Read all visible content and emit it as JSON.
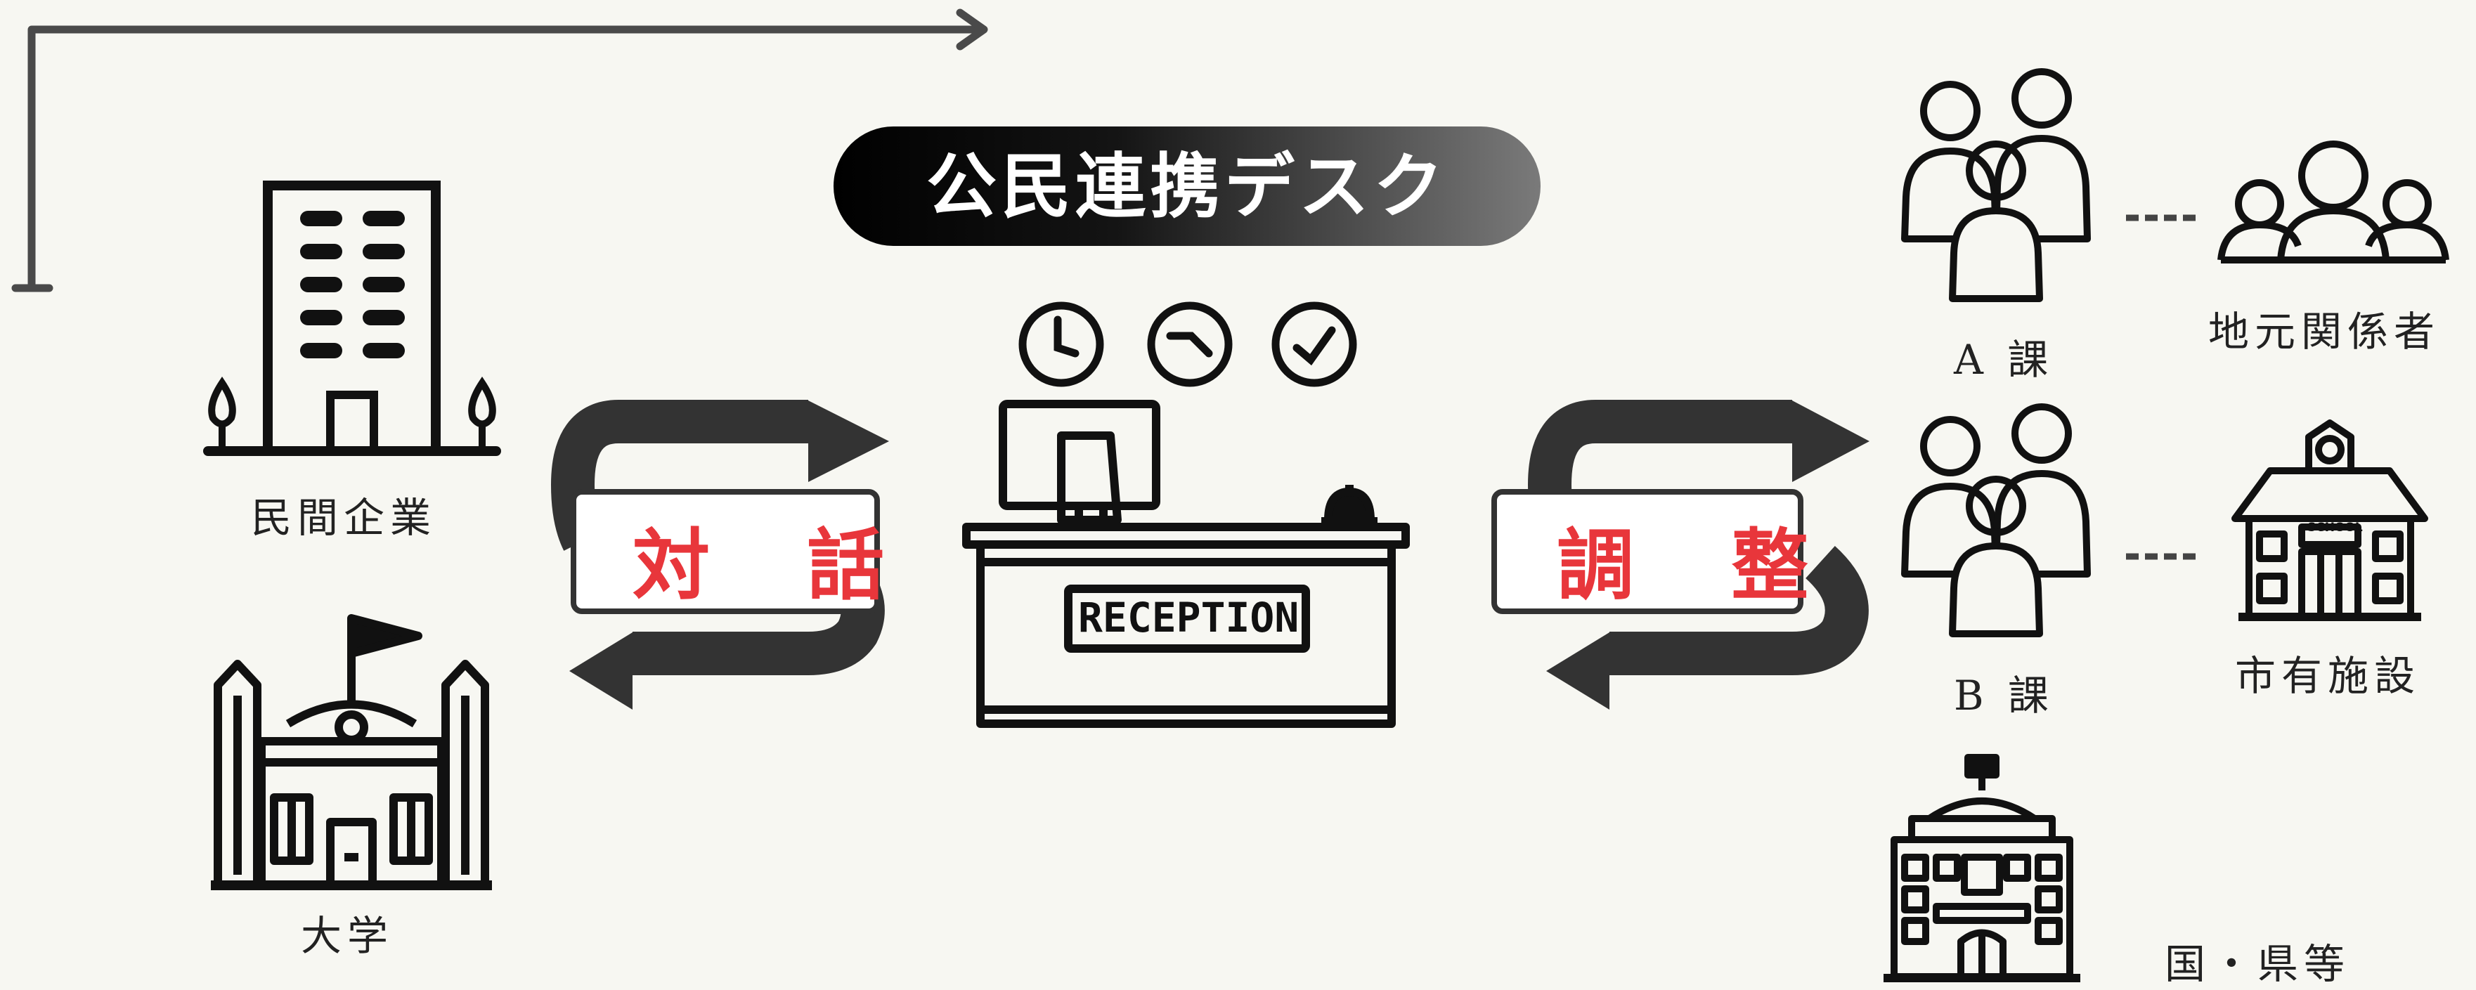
{
  "title": "公民連携デスク",
  "left": {
    "company": "民間企業",
    "university": "大学"
  },
  "center": {
    "dialogue": "対 話",
    "coordination": "調 整",
    "reception": "RECEPTION"
  },
  "right": {
    "dept_a": "A 課",
    "dept_b": "B 課",
    "locals": "地元関係者",
    "facilities": "市有施設",
    "national": "国・県等",
    "school_sign": "SCHOOL"
  }
}
